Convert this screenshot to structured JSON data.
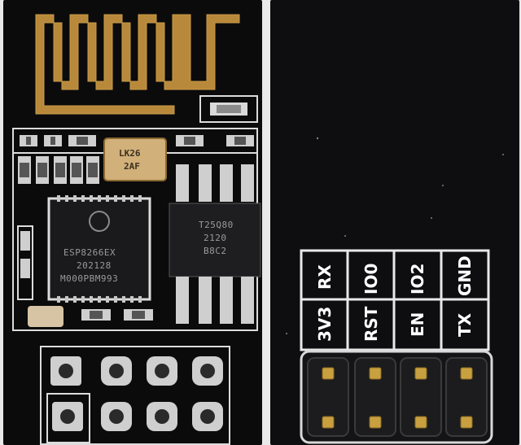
{
  "left_board": {
    "crystal_marking": [
      "LK26",
      "2AF"
    ],
    "chip_marking": [
      "ESP8266EX",
      "202128",
      "M000PBM993"
    ],
    "flash_marking": [
      "T25Q80",
      "2120",
      "B8C2"
    ]
  },
  "right_board": {
    "pin_labels_top": [
      "RX",
      "IO0",
      "IO2",
      "GND"
    ],
    "pin_labels_bottom": [
      "3V3",
      "RST",
      "EN",
      "TX"
    ]
  },
  "colors": {
    "pcb": "#0b0b0c",
    "copper": "#b8893a",
    "silkscreen": "#e8e8e8",
    "pin_gold": "#c8a040"
  }
}
